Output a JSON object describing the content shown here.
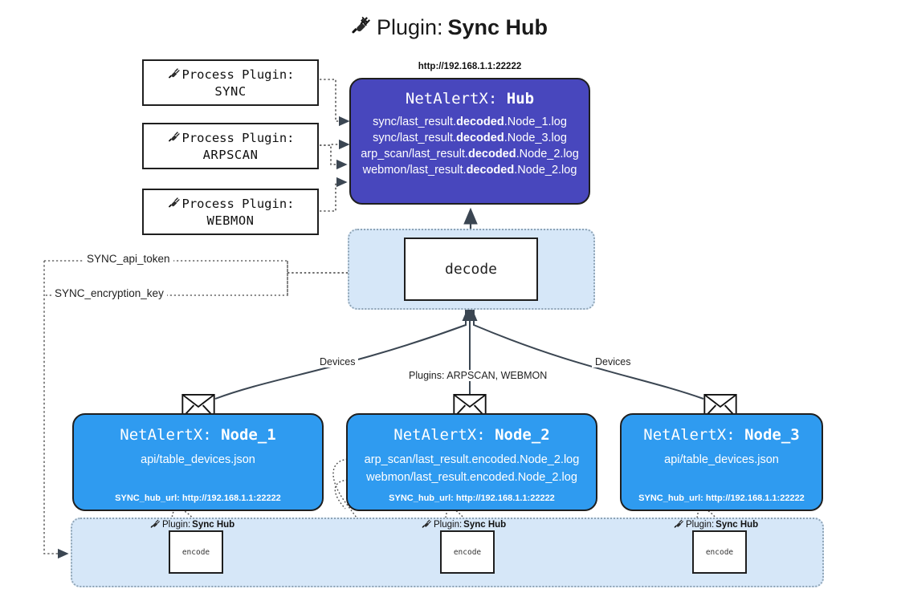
{
  "page": {
    "title_icon": "plug-icon",
    "title_prefix": "Plugin:",
    "title_name": "Sync Hub"
  },
  "colors": {
    "hub_fill": "#4847bd",
    "node_fill": "#2f9bf0",
    "container_fill": "#d6e7f8",
    "container_border": "#8fa4b5",
    "stroke": "#1f1f1f",
    "white": "#ffffff"
  },
  "process_plugins": [
    {
      "icon": "plug-icon",
      "line1": "Process Plugin:",
      "line2": "SYNC"
    },
    {
      "icon": "plug-icon",
      "line1": "Process Plugin:",
      "line2": "ARPSCAN"
    },
    {
      "icon": "plug-icon",
      "line1": "Process Plugin:",
      "line2": "WEBMON"
    }
  ],
  "hub": {
    "url": "http://192.168.1.1:22222",
    "title_prefix": "NetAlertX:",
    "title_name": "Hub",
    "logs": [
      {
        "pre": "sync/last_result.",
        "mid": "decoded",
        "post": ".Node_1.log"
      },
      {
        "pre": "sync/last_result.",
        "mid": "decoded",
        "post": ".Node_3.log"
      },
      {
        "pre": "arp_scan/last_result.",
        "mid": "decoded",
        "post": ".Node_2.log"
      },
      {
        "pre": "webmon/last_result.",
        "mid": "decoded",
        "post": ".Node_2.log"
      }
    ]
  },
  "decode": {
    "label": "decode"
  },
  "tokens": [
    {
      "label": "SYNC_api_token"
    },
    {
      "label": "SYNC_encryption_key"
    }
  ],
  "edge_labels": {
    "devices_left": "Devices",
    "plugins_center": "Plugins: ARPSCAN, WEBMON",
    "devices_right": "Devices"
  },
  "nodes": [
    {
      "icon": "envelope-icon",
      "title_prefix": "NetAlertX:",
      "title_name": "Node_1",
      "lines": [
        "api/table_devices.json"
      ],
      "footer": "SYNC_hub_url: http://192.168.1.1:22222"
    },
    {
      "icon": "envelope-icon",
      "title_prefix": "NetAlertX:",
      "title_name": "Node_2",
      "lines": [
        "arp_scan/last_result.encoded.Node_2.log",
        "webmon/last_result.encoded.Node_2.log"
      ],
      "footer": "SYNC_hub_url: http://192.168.1.1:22222"
    },
    {
      "icon": "envelope-icon",
      "title_prefix": "NetAlertX:",
      "title_name": "Node_3",
      "lines": [
        "api/table_devices.json"
      ],
      "footer": "SYNC_hub_url: http://192.168.1.1:22222"
    }
  ],
  "encoders": [
    {
      "icon": "plug-icon",
      "cap_prefix": "Plugin:",
      "cap_name": "Sync Hub",
      "label": "encode"
    },
    {
      "icon": "plug-icon",
      "cap_prefix": "Plugin:",
      "cap_name": "Sync Hub",
      "label": "encode"
    },
    {
      "icon": "plug-icon",
      "cap_prefix": "Plugin:",
      "cap_name": "Sync Hub",
      "label": "encode"
    }
  ]
}
